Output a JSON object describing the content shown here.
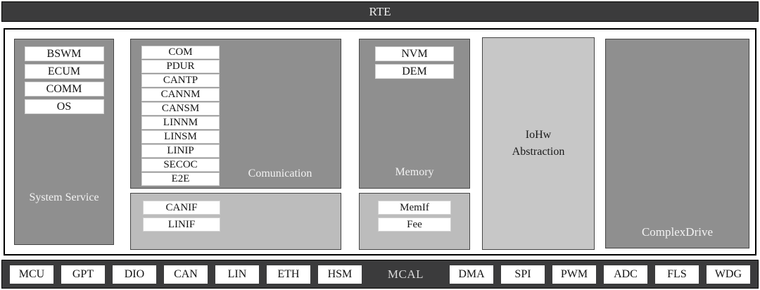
{
  "rte": {
    "label": "RTE"
  },
  "layers": {
    "system_service": {
      "label": "System Service",
      "modules": [
        "BSWM",
        "ECUM",
        "COMM",
        "OS"
      ]
    },
    "communication": {
      "label": "Comunication",
      "modules": [
        "COM",
        "PDUR",
        "CANTP",
        "CANNM",
        "CANSM",
        "LINNM",
        "LINSM",
        "LINIP",
        "SECOC",
        "E2E"
      ],
      "interfaces": [
        "CANIF",
        "LINIF"
      ]
    },
    "memory": {
      "label": "Memory",
      "modules": [
        "NVM",
        "DEM"
      ],
      "interfaces": [
        "MemIf",
        "Fee"
      ]
    },
    "iohw_abstraction": {
      "label": "IoHw Abstraction"
    },
    "complex_drive": {
      "label": "ComplexDrive"
    }
  },
  "mcal": {
    "label": "MCAL",
    "modules_left": [
      "MCU",
      "GPT",
      "DIO",
      "CAN",
      "LIN",
      "ETH",
      "HSM"
    ],
    "modules_right": [
      "DMA",
      "SPI",
      "PWM",
      "ADC",
      "FLS",
      "WDG"
    ]
  },
  "colors": {
    "bar_background": "#3b3b3c",
    "dark_block": "#8f8f8f",
    "light_block": "#bcbcbc",
    "iohw_block": "#c7c7c7",
    "module_box": "#ffffff",
    "bar_text": "#efefef",
    "block_label_text": "#f2f2f2"
  }
}
